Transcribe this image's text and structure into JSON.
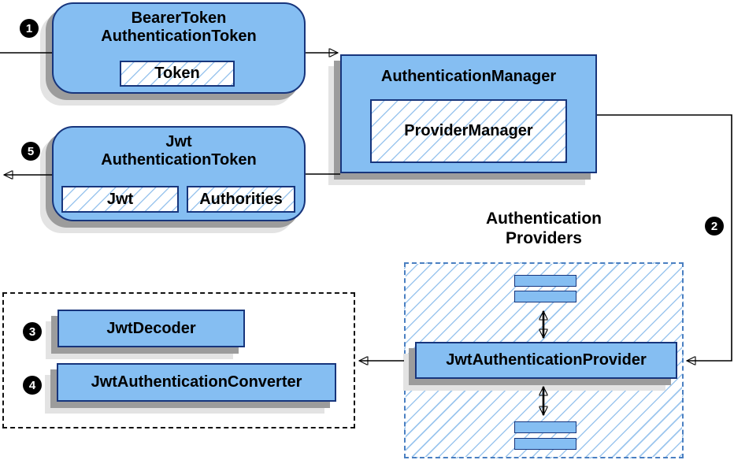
{
  "badges": {
    "step1": "1",
    "step2": "2",
    "step3": "3",
    "step4": "4",
    "step5": "5"
  },
  "nodes": {
    "bearer_token": {
      "title": [
        "BearerToken",
        "AuthenticationToken"
      ],
      "field": "Token"
    },
    "authentication_manager": {
      "title": "AuthenticationManager",
      "inner": "ProviderManager"
    },
    "jwt_authentication_token": {
      "title": [
        "Jwt",
        "AuthenticationToken"
      ],
      "fields": [
        "Jwt",
        "Authorities"
      ]
    },
    "authentication_providers": {
      "title": [
        "Authentication",
        "Providers"
      ]
    },
    "jwt_authentication_provider": {
      "title": "JwtAuthenticationProvider"
    },
    "jwt_tools": {
      "decoder": "JwtDecoder",
      "converter": "JwtAuthenticationConverter"
    }
  },
  "colors": {
    "node_fill": "#85bef2",
    "node_border": "#17357c",
    "hatch_line": "#9cc6ee",
    "shadow_dark": "#9c9c9c",
    "shadow_light": "#e3e3e3",
    "providers_dash_border": "#4a7fc1",
    "tools_dash_border": "#111111",
    "arrow": "#000000",
    "badge_bg": "#000000",
    "badge_text": "#ffffff"
  }
}
